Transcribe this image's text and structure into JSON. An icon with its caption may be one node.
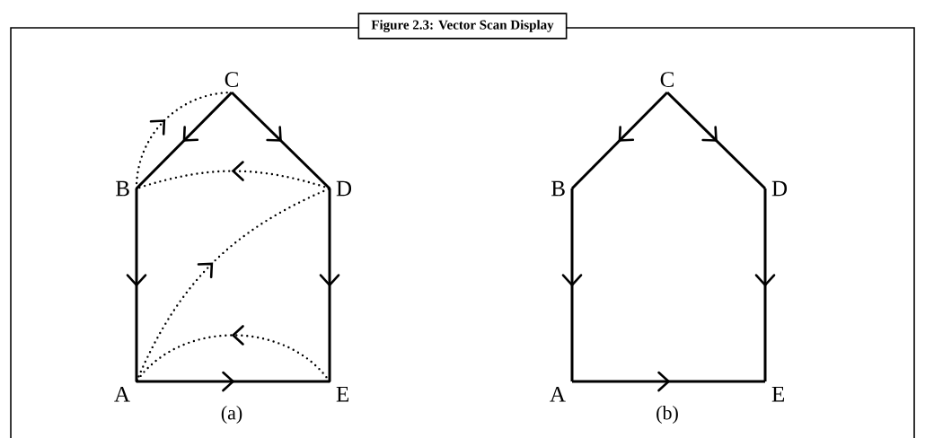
{
  "diagram": {
    "title": "Figure 2.3: Vector Scan Display",
    "nodes": [
      {
        "text": [
          "C"
        ]
      },
      {
        "text": [
          "B"
        ]
      },
      {
        "text": [
          "D"
        ]
      },
      {
        "text": [
          "A"
        ]
      },
      {
        "text": [
          "E"
        ]
      },
      {
        "text": [
          "C"
        ]
      },
      {
        "text": [
          "B"
        ]
      },
      {
        "text": [
          "D"
        ]
      },
      {
        "text": [
          "A"
        ]
      },
      {
        "text": [
          "E"
        ]
      }
    ],
    "edges": [
      {
        "from": 0,
        "to": 1,
        "arrow": "to"
      },
      {
        "from": 0,
        "to": 2,
        "arrow": "to"
      },
      {
        "from": 1,
        "to": 3,
        "arrow": "to"
      },
      {
        "from": 2,
        "to": 4,
        "arrow": "to"
      },
      {
        "from": 3,
        "to": 4,
        "arrow": "to"
      },
      {
        "from": 4,
        "to": 3,
        "arrow": "to",
        "style": "dashed"
      },
      {
        "from": 3,
        "to": 2,
        "arrow": "to",
        "style": "dashed"
      },
      {
        "from": 2,
        "to": 1,
        "arrow": "to",
        "style": "dashed"
      },
      {
        "from": 1,
        "to": 0,
        "arrow": "to",
        "style": "dashed"
      },
      {
        "from": 5,
        "to": 6,
        "arrow": "to"
      },
      {
        "from": 5,
        "to": 7,
        "arrow": "to"
      },
      {
        "from": 6,
        "to": 8,
        "arrow": "to"
      },
      {
        "from": 7,
        "to": 9,
        "arrow": "to"
      },
      {
        "from": 8,
        "to": 9,
        "arrow": "to"
      }
    ],
    "labels": [
      "(a)",
      "(b)"
    ]
  }
}
